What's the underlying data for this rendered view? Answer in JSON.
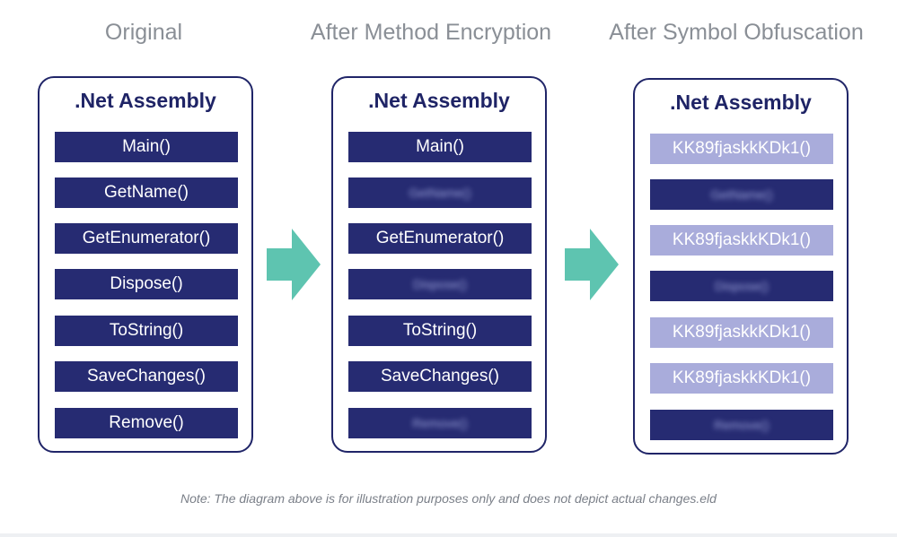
{
  "columns": [
    {
      "title": "Original",
      "panel_title": ".Net Assembly",
      "methods": [
        {
          "label": "Main()",
          "state": "plain"
        },
        {
          "label": "GetName()",
          "state": "plain"
        },
        {
          "label": "GetEnumerator()",
          "state": "plain"
        },
        {
          "label": "Dispose()",
          "state": "plain"
        },
        {
          "label": "ToString()",
          "state": "plain"
        },
        {
          "label": "SaveChanges()",
          "state": "plain"
        },
        {
          "label": "Remove()",
          "state": "plain"
        }
      ]
    },
    {
      "title": "After Method Encryption",
      "panel_title": ".Net Assembly",
      "methods": [
        {
          "label": "Main()",
          "state": "plain"
        },
        {
          "label": "GetName()",
          "state": "encrypted"
        },
        {
          "label": "GetEnumerator()",
          "state": "plain"
        },
        {
          "label": "Dispose()",
          "state": "encrypted"
        },
        {
          "label": "ToString()",
          "state": "plain"
        },
        {
          "label": "SaveChanges()",
          "state": "plain"
        },
        {
          "label": "Remove()",
          "state": "encrypted"
        }
      ]
    },
    {
      "title": "After Symbol Obfuscation",
      "panel_title": ".Net Assembly",
      "methods": [
        {
          "label": "KK89fjaskkKDk1()",
          "state": "obfuscated"
        },
        {
          "label": "GetName()",
          "state": "encrypted"
        },
        {
          "label": "KK89fjaskkKDk1()",
          "state": "obfuscated"
        },
        {
          "label": "Dispose()",
          "state": "encrypted"
        },
        {
          "label": "KK89fjaskkKDk1()",
          "state": "obfuscated"
        },
        {
          "label": "KK89fjaskkKDk1()",
          "state": "obfuscated"
        },
        {
          "label": "Remove()",
          "state": "encrypted"
        }
      ]
    }
  ],
  "footnote": "Note: The diagram above is for illustration purposes only and does not depict actual changes.eld",
  "colors": {
    "panel_border": "#202568",
    "method_bg": "#262b72",
    "obfuscated_bg": "#a9acdb",
    "arrow": "#5ec4b0",
    "title_gray": "#8a8f96"
  },
  "icons": [
    "right-arrow-icon",
    "right-arrow-icon"
  ]
}
